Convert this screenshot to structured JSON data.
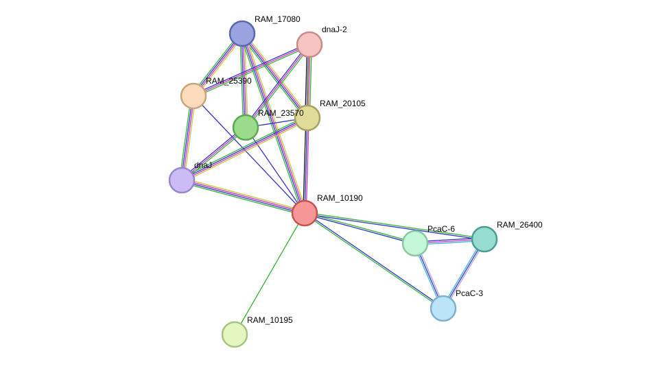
{
  "network": {
    "nodes": [
      {
        "id": "RAM_17080",
        "label": "RAM_17080",
        "fill": "#9aa3e0",
        "stroke": "#5a66b4"
      },
      {
        "id": "dnaJ-2",
        "label": "dnaJ-2",
        "fill": "#f7c4c4",
        "stroke": "#c98a8a"
      },
      {
        "id": "RAM_25390",
        "label": "RAM_25390",
        "fill": "#fcdcbc",
        "stroke": "#c9a47c"
      },
      {
        "id": "RAM_20105",
        "label": "RAM_20105",
        "fill": "#e0dc98",
        "stroke": "#a8a25e"
      },
      {
        "id": "RAM_23570",
        "label": "RAM_23570",
        "fill": "#9bdc8c",
        "stroke": "#5ea650"
      },
      {
        "id": "dnaJ",
        "label": "dnaJ",
        "fill": "#cbbcf5",
        "stroke": "#9a86cf"
      },
      {
        "id": "RAM_10190",
        "label": "RAM_10190",
        "fill": "#f79696",
        "stroke": "#c65252"
      },
      {
        "id": "PcaC-6",
        "label": "PcaC-6",
        "fill": "#c4f7d8",
        "stroke": "#88c7a2"
      },
      {
        "id": "RAM_26400",
        "label": "RAM_26400",
        "fill": "#96dcd0",
        "stroke": "#4a9e90"
      },
      {
        "id": "PcaC-3",
        "label": "PcaC-3",
        "fill": "#bce4f9",
        "stroke": "#7fb0cc"
      },
      {
        "id": "RAM_10195",
        "label": "RAM_10195",
        "fill": "#e4f7c0",
        "stroke": "#a8c382"
      }
    ],
    "edges": [
      {
        "source": "RAM_17080",
        "target": "RAM_25390",
        "colors": [
          "#c8c832",
          "#c832c8",
          "#3232c8",
          "#32b432"
        ]
      },
      {
        "source": "RAM_17080",
        "target": "RAM_23570",
        "colors": [
          "#c8c832",
          "#c832c8",
          "#3232c8",
          "#32b432"
        ]
      },
      {
        "source": "RAM_17080",
        "target": "RAM_20105",
        "colors": [
          "#c8c832",
          "#c832c8",
          "#3232c8",
          "#32b432"
        ]
      },
      {
        "source": "RAM_17080",
        "target": "RAM_10190",
        "colors": [
          "#c8c832",
          "#c832c8",
          "#3232c8",
          "#32b432"
        ]
      },
      {
        "source": "dnaJ-2",
        "target": "RAM_25390",
        "colors": [
          "#32b432",
          "#c832c8",
          "#3232c8"
        ]
      },
      {
        "source": "dnaJ-2",
        "target": "RAM_23570",
        "colors": [
          "#32b432",
          "#c832c8",
          "#3232c8"
        ]
      },
      {
        "source": "dnaJ-2",
        "target": "RAM_20105",
        "colors": [
          "#32b432",
          "#c832c8",
          "#3232c8",
          "#111111"
        ]
      },
      {
        "source": "dnaJ-2",
        "target": "RAM_10190",
        "colors": [
          "#c8c832"
        ]
      },
      {
        "source": "RAM_25390",
        "target": "dnaJ",
        "colors": [
          "#c8c832",
          "#c832c8",
          "#3232c8",
          "#32b432"
        ]
      },
      {
        "source": "RAM_25390",
        "target": "RAM_10190",
        "colors": [
          "#3232c8"
        ]
      },
      {
        "source": "RAM_23570",
        "target": "RAM_20105",
        "colors": [
          "#3232c8"
        ]
      },
      {
        "source": "RAM_23570",
        "target": "RAM_10190",
        "colors": [
          "#3232c8"
        ]
      },
      {
        "source": "RAM_23570",
        "target": "dnaJ",
        "colors": [
          "#32b432",
          "#c832c8",
          "#3232c8"
        ]
      },
      {
        "source": "RAM_20105",
        "target": "RAM_10190",
        "colors": [
          "#c832c8",
          "#3232c8",
          "#111111"
        ]
      },
      {
        "source": "RAM_20105",
        "target": "dnaJ",
        "colors": [
          "#c8c832",
          "#c832c8",
          "#3232c8",
          "#32b432"
        ]
      },
      {
        "source": "dnaJ",
        "target": "RAM_10190",
        "colors": [
          "#c8c832",
          "#c832c8",
          "#3232c8",
          "#32b432"
        ]
      },
      {
        "source": "RAM_10190",
        "target": "PcaC-6",
        "colors": [
          "#32b432",
          "#3232c8"
        ]
      },
      {
        "source": "RAM_10190",
        "target": "RAM_26400",
        "colors": [
          "#32b432",
          "#3232c8"
        ]
      },
      {
        "source": "RAM_10190",
        "target": "PcaC-3",
        "colors": [
          "#3232c8",
          "#32b432"
        ]
      },
      {
        "source": "RAM_10190",
        "target": "RAM_10195",
        "colors": [
          "#32b432"
        ]
      },
      {
        "source": "PcaC-6",
        "target": "RAM_26400",
        "colors": [
          "#3232c8",
          "#c832c8",
          "#32b4e6"
        ]
      },
      {
        "source": "PcaC-6",
        "target": "PcaC-3",
        "colors": [
          "#b4a0e0",
          "#3232c8",
          "#32b4e6"
        ]
      },
      {
        "source": "RAM_26400",
        "target": "PcaC-3",
        "colors": [
          "#b4a0e0",
          "#3232c8",
          "#32b4e6"
        ]
      }
    ]
  }
}
